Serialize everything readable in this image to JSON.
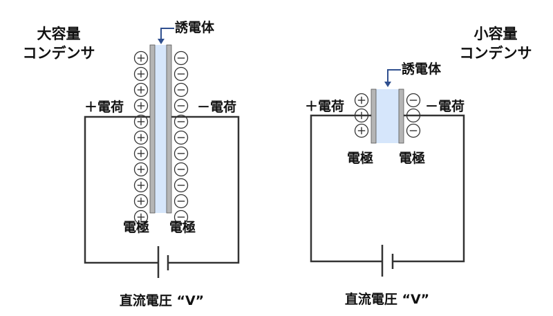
{
  "large": {
    "title_line1": "大容量",
    "title_line2": "コンデンサ",
    "dielectric_label": "誘電体",
    "plus_charge_label": "＋電荷",
    "minus_charge_label": "－電荷",
    "electrode_left_label": "電極",
    "electrode_right_label": "電極",
    "voltage_label": "直流電圧 “V”",
    "charges_per_plate": 11
  },
  "small": {
    "title_line1": "小容量",
    "title_line2": "コンデンサ",
    "dielectric_label": "誘電体",
    "plus_charge_label": "＋電荷",
    "minus_charge_label": "－電荷",
    "electrode_left_label": "電極",
    "electrode_right_label": "電極",
    "voltage_label": "直流電圧 “V”",
    "charges_per_plate": 3
  },
  "colors": {
    "dielectric_fill": "#d6e6fb",
    "electrode_fill": "#b5b5b5",
    "arrow": "#2f4f8f",
    "wire": "#333333"
  }
}
